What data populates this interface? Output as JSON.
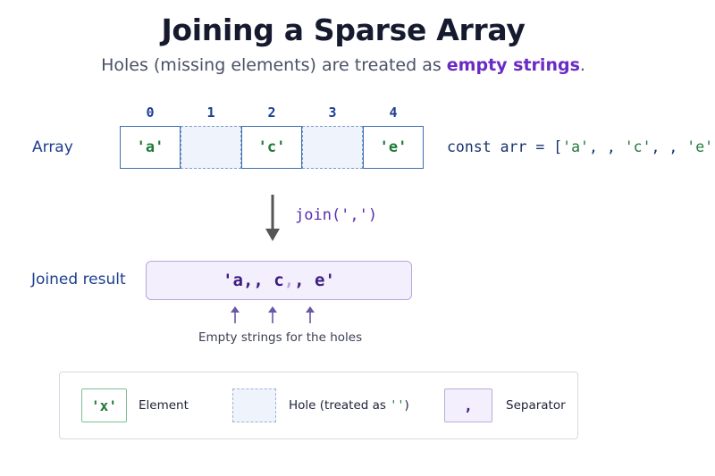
{
  "title": "Joining a Sparse Array",
  "subtitle": {
    "prefix": "Holes (missing elements) are treated as",
    "highlight": "empty strings",
    "suffix": "."
  },
  "array": {
    "label": "Array",
    "indices": [
      "0",
      "1",
      "2",
      "3",
      "4"
    ],
    "cells": [
      {
        "kind": "element",
        "text": "'a'"
      },
      {
        "kind": "hole",
        "text": ""
      },
      {
        "kind": "element",
        "text": "'c'"
      },
      {
        "kind": "hole",
        "text": ""
      },
      {
        "kind": "element",
        "text": "'e'"
      }
    ]
  },
  "code": {
    "prefix": "const arr = [",
    "s1": "'a'",
    "mid1": ", , ",
    "s2": "'c'",
    "mid2": ", , ",
    "s3": "'e'",
    "suffix": "];"
  },
  "operation": {
    "label": "join(',')"
  },
  "result": {
    "label": "Joined result",
    "part1": "'a,, c",
    "sep": ",",
    "part2": ", e'"
  },
  "note": "Empty strings for the holes",
  "legend": {
    "element_swatch": "'x'",
    "element_label": "Element",
    "hole_label_prefix": "Hole (treated as ",
    "hole_label_quote": "''",
    "hole_label_suffix": ")",
    "separator_swatch": ",",
    "separator_label": "Separator"
  },
  "colors": {
    "index": "#1d3f8f",
    "element_text": "#1f7a3a",
    "hole_fill": "#eef3fc",
    "separator_fill": "#f3effc",
    "arrow": "#555555",
    "up_arrow": "#6a57a8"
  }
}
